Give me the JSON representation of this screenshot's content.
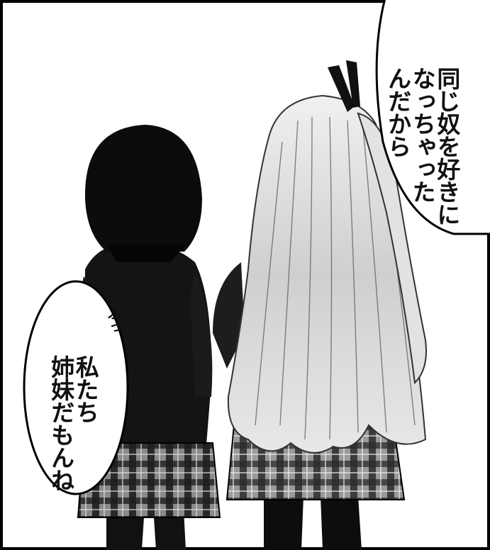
{
  "speech_right": [
    "同じ奴を好きに",
    "なっちゃった",
    "んだから"
  ],
  "speech_left": [
    "私たち",
    "姉妹だもんね"
  ],
  "sfx": "ふふっ"
}
